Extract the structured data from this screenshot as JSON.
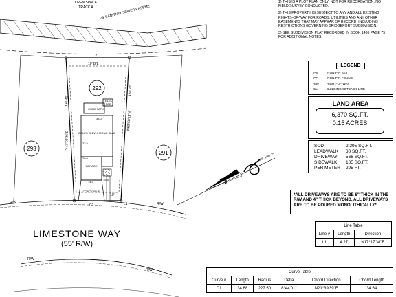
{
  "plat": {
    "open_space": "OPEN SPACE",
    "track": "TRACK A",
    "easement": "25' SANITARY SEWER EASEME",
    "curve_c2": "C2",
    "setback_rear": "10' B/L",
    "lot_subject": "292",
    "lot_left": "293",
    "lot_right": "291",
    "bearing_left": "S72°02'26\"E",
    "dist_left": "130.40'",
    "bearing_right": "N63°58'11\"W",
    "dist_right": "130.20'",
    "elec": "ELEC",
    "pad": "PAD",
    "patio": "CONC PATIO",
    "house": "COLES ELEV. A MONO SLAB",
    "garage": "GARAGE",
    "drive": "CONC DRIVE",
    "setback_front": "10'",
    "dim_1": "38.0",
    "dim_2": "23.5",
    "dim_3": "20.0",
    "dim_4": "14.3",
    "dim_5": "15.8",
    "rw_1": "R/W",
    "rw_2": "R/W",
    "rw_3": "R/W",
    "rw_4": "R/W",
    "curve_c1": "C1",
    "line_l1": "L1",
    "street_name": "LIMESTONE WAY",
    "street_rw": "(55' R/W)",
    "north_text": "P.B. 1486-75"
  },
  "notes": {
    "n1": "1) THIS IS A PLOT PLAN ONLY, NOT FOR RECORDATION. NO FIELD SURVEY CONDUCTED.",
    "n2": "2) THIS PROPERTY IS SUBJECT TO ANY AND ALL EXISTING RIGHTS-OF-WAY FOR ROADS, UTILITIES AND ANY OTHER EASEMENTS THAT MAY APPEAR OF RECORD, INCLUDING RESTRICTIONS GOVERNING BRIDGEPORT SUBDIVISION.",
    "n3": "3) SEE SUBDIVISION PLAT RECORDED IN BOOK 1486 PAGE 75 FOR ADDITIONAL NOTES."
  },
  "legend": {
    "title": "LEGEND",
    "items": [
      {
        "sym": "IPS",
        "desc": "IRON PIN SET"
      },
      {
        "sym": "IPF",
        "desc": "IRON PIN FOUND"
      },
      {
        "sym": "R/W",
        "desc": "RIGHT-OF-WAY"
      },
      {
        "sym": "B/L",
        "desc": "BUILDING SETBACK LINE"
      }
    ]
  },
  "land_area": {
    "title": "LAND AREA",
    "sqft": "6,370 SQ.FT.",
    "acres": "0.15 ACRES"
  },
  "areas": [
    {
      "name": "SOD",
      "value": "2,295 SQ.FT."
    },
    {
      "name": "LEADWALK",
      "value": "30 SQ.FT."
    },
    {
      "name": "DRIVEWAY",
      "value": "566 SQ.FT."
    },
    {
      "name": "SIDEWALK",
      "value": "105 SQ.FT."
    },
    {
      "name": "PERIMETER",
      "value": "295 FT."
    }
  ],
  "driveway_note": "*ALL DRIVEWAYS ARE TO BE 6\" THICK IN THE R/W AND 4\" THICK BEYOND. ALL DRIVEWAYS ARE TO BE POURED MONOLITHICALLY*",
  "line_table": {
    "title": "Line Table",
    "headers": [
      "Line #",
      "Length",
      "Direction"
    ],
    "rows": [
      [
        "L1",
        "4.27",
        "N17°17'38\"E"
      ]
    ]
  },
  "curve_table": {
    "title": "Curve Table",
    "headers": [
      "Curve #",
      "Length",
      "Radius",
      "Delta",
      "Chord Direction",
      "Chord Length"
    ],
    "rows": [
      [
        "C1",
        "34.68",
        "227.50",
        "8°44'01\"",
        "N21°39'39\"E",
        "34.64"
      ]
    ]
  }
}
